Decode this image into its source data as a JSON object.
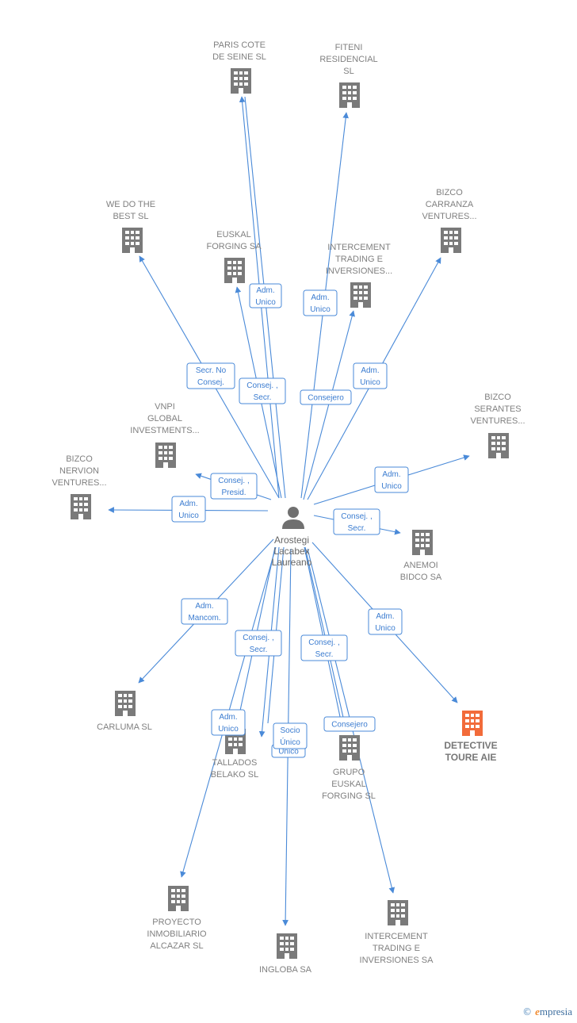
{
  "colors": {
    "edge": "#4a8ad8",
    "building": "#7a7a7a",
    "building_highlight": "#f26b3a",
    "label": "#808080"
  },
  "person": {
    "name_lines": [
      "Arostegi",
      "Lacabex",
      "Laureano"
    ],
    "icon": "person-icon"
  },
  "nodes": [
    {
      "id": "paris",
      "lines": [
        "PARIS COTE",
        "DE SEINE SL"
      ],
      "icon": "building-icon"
    },
    {
      "id": "fiteni",
      "lines": [
        "FITENI",
        "RESIDENCIAL",
        "SL"
      ],
      "icon": "building-icon"
    },
    {
      "id": "wedo",
      "lines": [
        "WE DO THE",
        "BEST  SL"
      ],
      "icon": "building-icon"
    },
    {
      "id": "euskal_sa",
      "lines": [
        "EUSKAL",
        "FORGING SA"
      ],
      "icon": "building-icon"
    },
    {
      "id": "intercement_trading",
      "lines": [
        "INTERCEMENT",
        "TRADING E",
        "INVERSIONES..."
      ],
      "icon": "building-icon"
    },
    {
      "id": "bizco_carranza",
      "lines": [
        "BIZCO",
        "CARRANZA",
        "VENTURES..."
      ],
      "icon": "building-icon"
    },
    {
      "id": "bizco_serantes",
      "lines": [
        "BIZCO",
        "SERANTES",
        "VENTURES..."
      ],
      "icon": "building-icon"
    },
    {
      "id": "vnpi",
      "lines": [
        "VNPI",
        "GLOBAL",
        "INVESTMENTS..."
      ],
      "icon": "building-icon"
    },
    {
      "id": "bizco_nervion",
      "lines": [
        "BIZCO",
        "NERVION",
        "VENTURES..."
      ],
      "icon": "building-icon"
    },
    {
      "id": "anemoi",
      "lines": [
        "ANEMOI",
        "BIDCO SA"
      ],
      "icon": "building-icon"
    },
    {
      "id": "carluma",
      "lines": [
        "CARLUMA SL"
      ],
      "icon": "building-icon"
    },
    {
      "id": "detective",
      "lines": [
        "DETECTIVE",
        "TOURE  AIE"
      ],
      "icon": "building-icon",
      "highlight": true
    },
    {
      "id": "tallados",
      "lines": [
        "TALLADOS",
        "BELAKO  SL"
      ],
      "icon": "building-icon"
    },
    {
      "id": "grupo_euskal",
      "lines": [
        "GRUPO",
        "EUSKAL",
        "FORGING  SL"
      ],
      "icon": "building-icon"
    },
    {
      "id": "proyecto",
      "lines": [
        "PROYECTO",
        "INMOBILIARIO",
        "ALCAZAR SL"
      ],
      "icon": "building-icon"
    },
    {
      "id": "ingloba",
      "lines": [
        "INGLOBA SA"
      ],
      "icon": "building-icon"
    },
    {
      "id": "intercement_sa",
      "lines": [
        "INTERCEMENT",
        "TRADING E",
        "INVERSIONES SA"
      ],
      "icon": "building-icon"
    }
  ],
  "edge_labels": [
    {
      "lines": [
        "Adm.",
        "Unico"
      ]
    },
    {
      "lines": [
        "Adm.",
        "Unico"
      ]
    },
    {
      "lines": [
        "Secr.  No",
        "Consej."
      ]
    },
    {
      "lines": [
        "Consej. ,",
        "Secr."
      ]
    },
    {
      "lines": [
        "Consejero"
      ]
    },
    {
      "lines": [
        "Adm.",
        "Unico"
      ]
    },
    {
      "lines": [
        "Consej. ,",
        "Presid."
      ]
    },
    {
      "lines": [
        "Adm.",
        "Unico"
      ]
    },
    {
      "lines": [
        "Adm.",
        "Unico"
      ]
    },
    {
      "lines": [
        "Consej. ,",
        "Secr."
      ]
    },
    {
      "lines": [
        "Adm.",
        "Mancom."
      ]
    },
    {
      "lines": [
        "Consej. ,",
        "Secr."
      ]
    },
    {
      "lines": [
        "Consej. ,",
        "Secr."
      ]
    },
    {
      "lines": [
        "Adm.",
        "Unico"
      ]
    },
    {
      "lines": [
        "Adm.",
        "Unico"
      ]
    },
    {
      "lines": [
        "Unico"
      ]
    },
    {
      "lines": [
        "Consejero"
      ]
    },
    {
      "lines": [
        "Socio",
        "Único"
      ]
    }
  ],
  "brand": {
    "copyright": "©",
    "initial": "e",
    "rest": "mpresia"
  }
}
